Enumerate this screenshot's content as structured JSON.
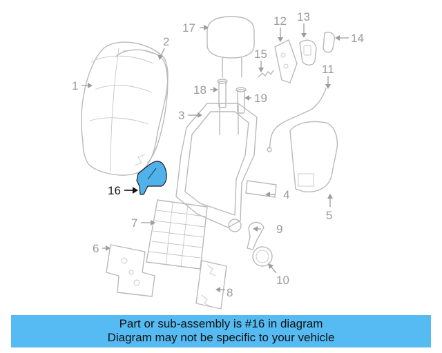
{
  "diagram": {
    "highlight_color": "#4fb2ea",
    "highlighted_part": "16",
    "callouts": [
      "1",
      "2",
      "3",
      "4",
      "5",
      "6",
      "7",
      "8",
      "9",
      "10",
      "11",
      "12",
      "13",
      "14",
      "15",
      "16",
      "17",
      "18",
      "19"
    ]
  },
  "banner": {
    "color": "#55bbf2",
    "line1": "Part or sub-assembly is #16 in diagram",
    "line2": "Diagram may not be specific to your vehicle"
  }
}
